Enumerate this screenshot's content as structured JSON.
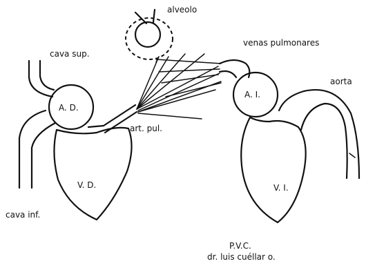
{
  "labels": {
    "alveolo": "alveolo",
    "venas_pulmonares": "venas pulmonares",
    "cava_sup": "cava sup.",
    "aorta": "aorta",
    "atrio_derecho": "A. D.",
    "atrio_izquierdo": "A. I.",
    "art_pul": "art. pul.",
    "ventriculo_derecho": "V. D.",
    "ventriculo_izquierdo": "V. I.",
    "cava_inf": "cava inf."
  },
  "credit": {
    "line1": "P.V.C.",
    "line2": "dr. luis cuéllar o."
  },
  "colors": {
    "ink": "#111111",
    "background": "#ffffff"
  }
}
